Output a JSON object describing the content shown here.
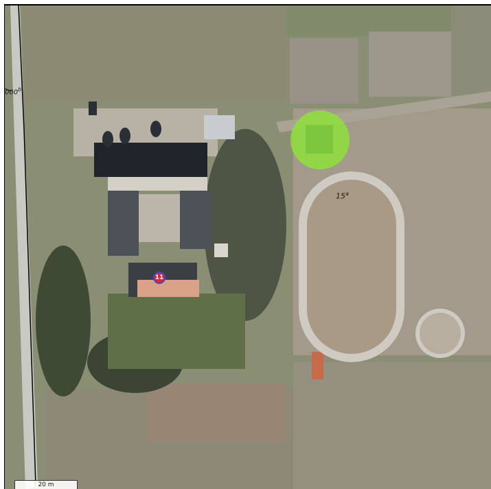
{
  "map": {
    "parcel_labels": [
      {
        "main": "15",
        "sup": "a"
      },
      {
        "main": "000",
        "sup": "b"
      }
    ],
    "address_marker": "11",
    "scale_bar_label": "20 m",
    "highlight_color": "#8ee03a",
    "marker_color": "#e3203a",
    "boundary_color": "#000000"
  }
}
